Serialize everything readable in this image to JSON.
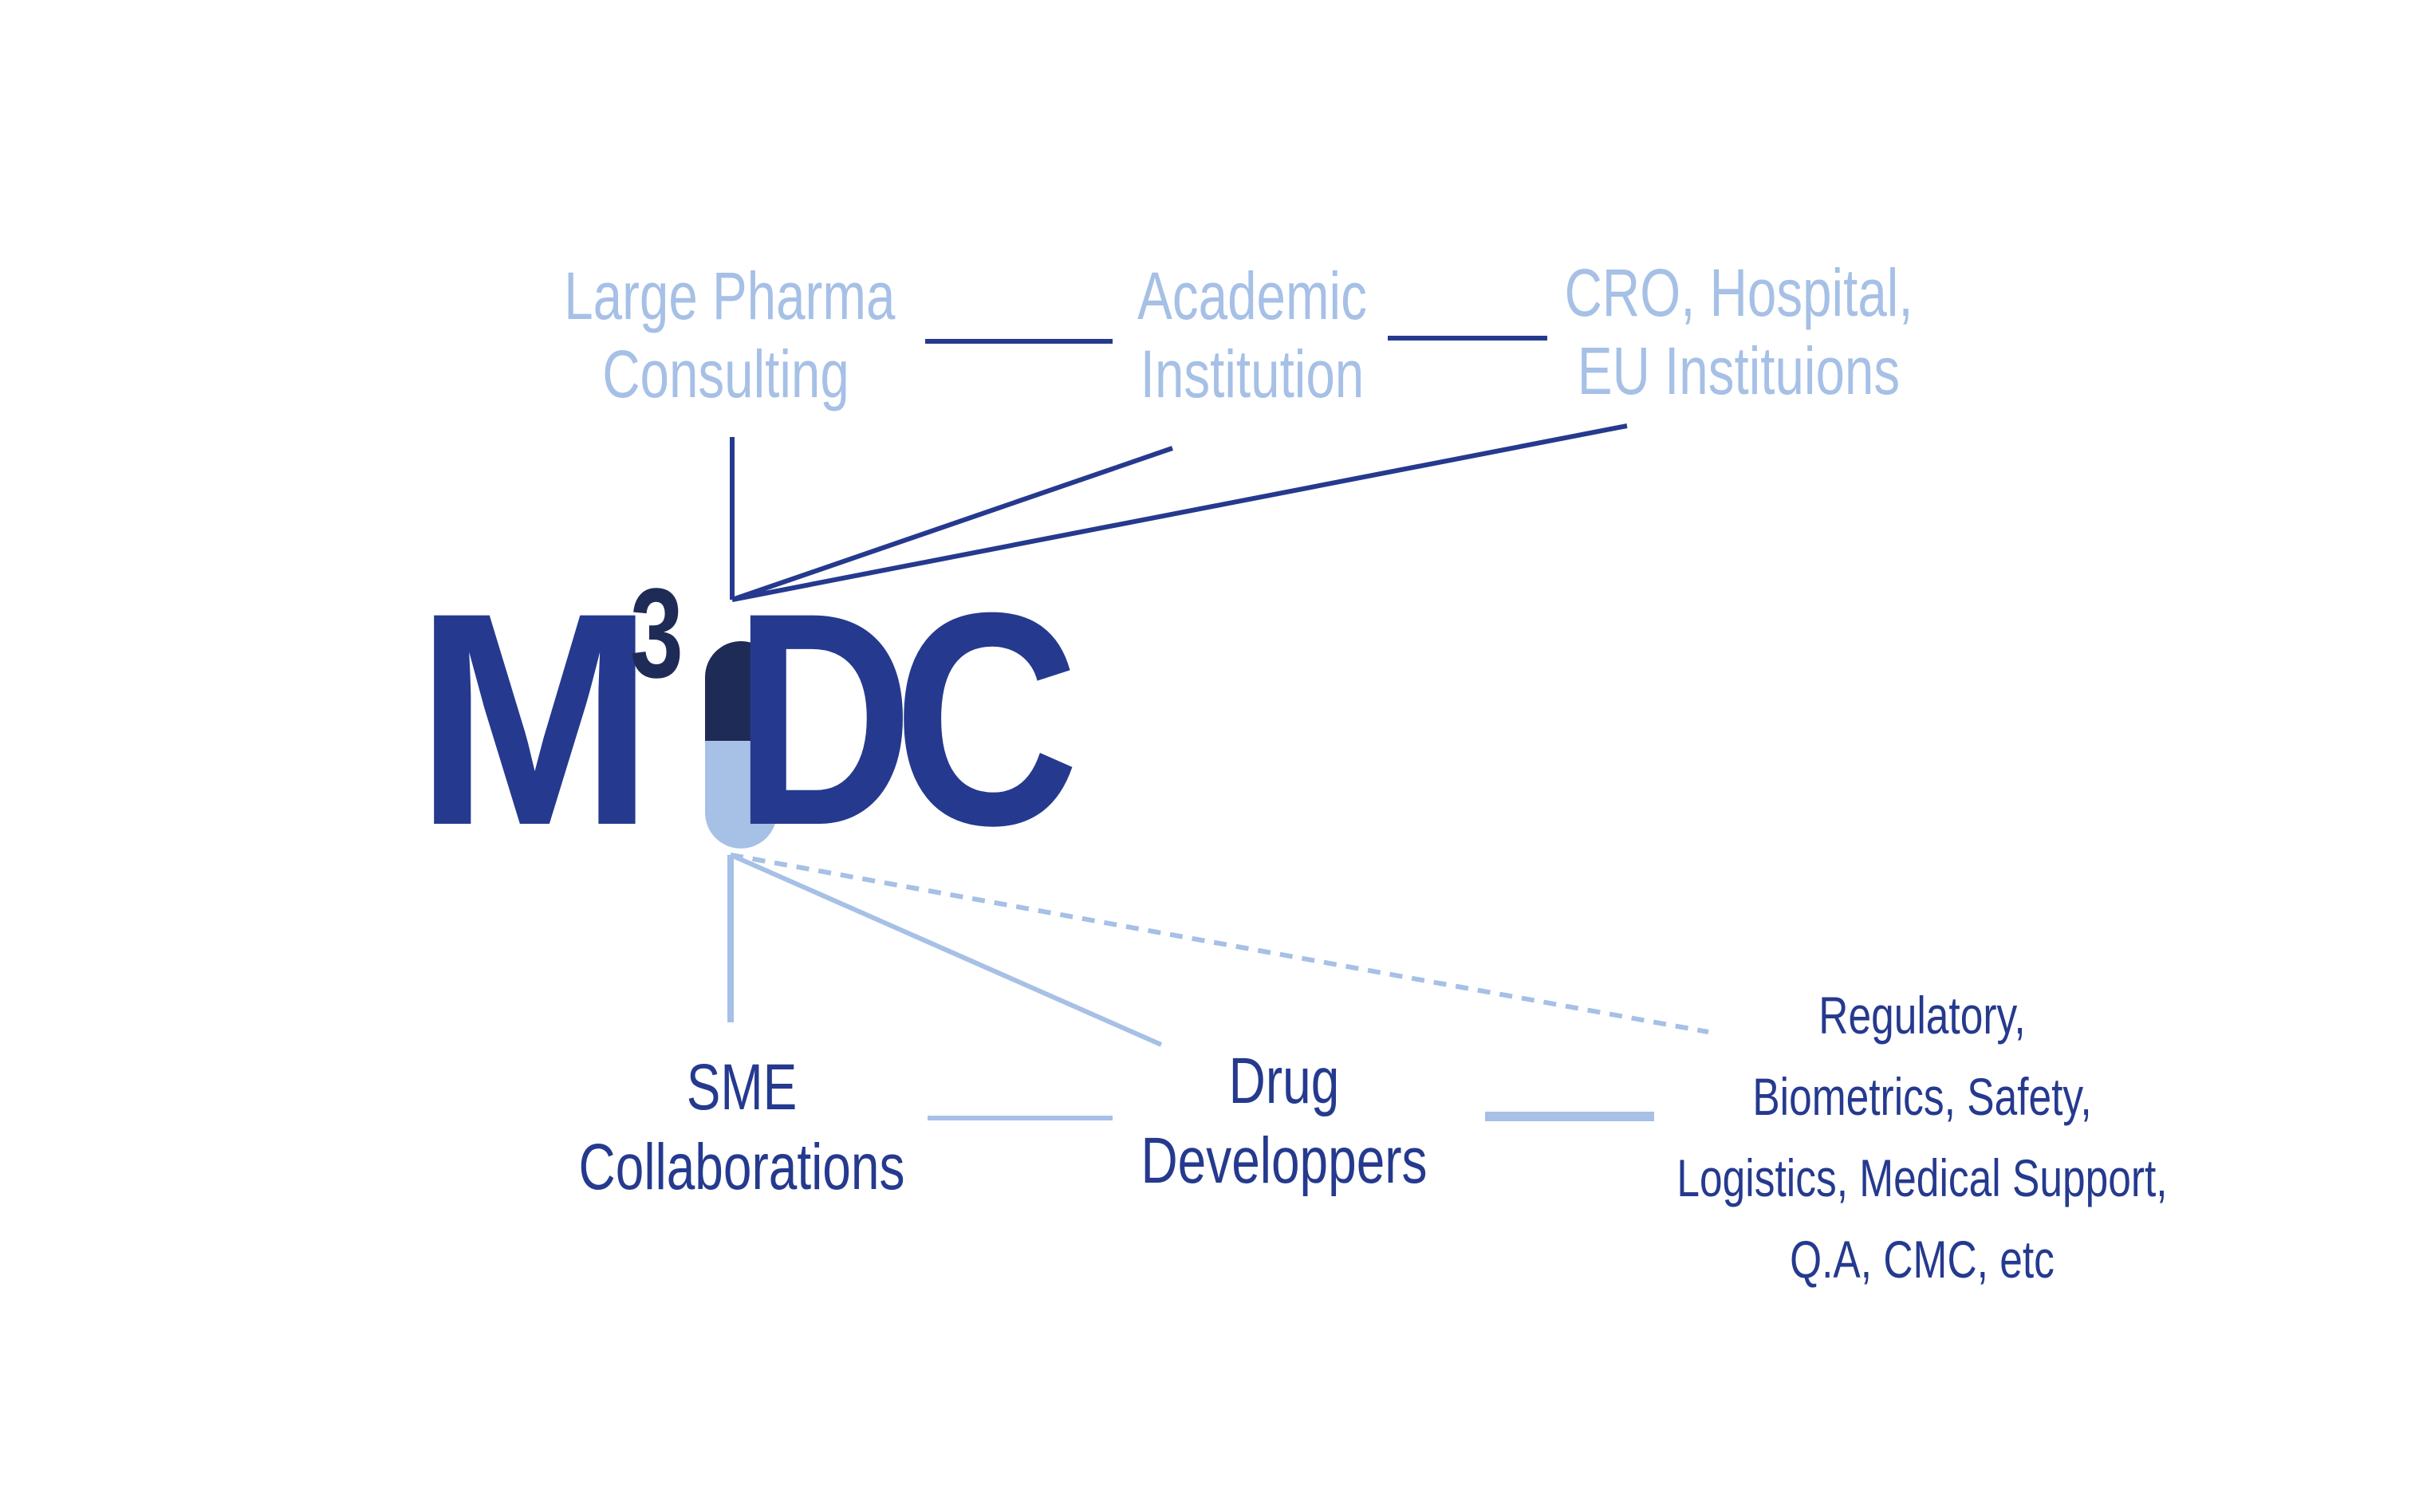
{
  "colors": {
    "dark_blue": "#253a8e",
    "light_blue": "#a6c0e6",
    "navy": "#1f2b57"
  },
  "logo": {
    "letter_m": "M",
    "superscript": "3",
    "letter_d": "D",
    "letter_c": "C"
  },
  "top_nodes": {
    "large_pharma": {
      "line1": "Large Pharma",
      "line2": "Consulting"
    },
    "academic": {
      "line1": "Academic",
      "line2": "Institution"
    },
    "cro": {
      "line1": "CRO, Hospital,",
      "line2": "EU Instituions"
    }
  },
  "bottom_nodes": {
    "sme": {
      "line1": "SME",
      "line2": "Collaborations"
    },
    "drug": {
      "line1": "Drug",
      "line2": "Developpers"
    },
    "services": {
      "line1": "Regulatory,",
      "line2": "Biometrics, Safety,",
      "line3": "Logistics, Medical Support,",
      "line4": "Q.A, CMC, etc"
    }
  }
}
